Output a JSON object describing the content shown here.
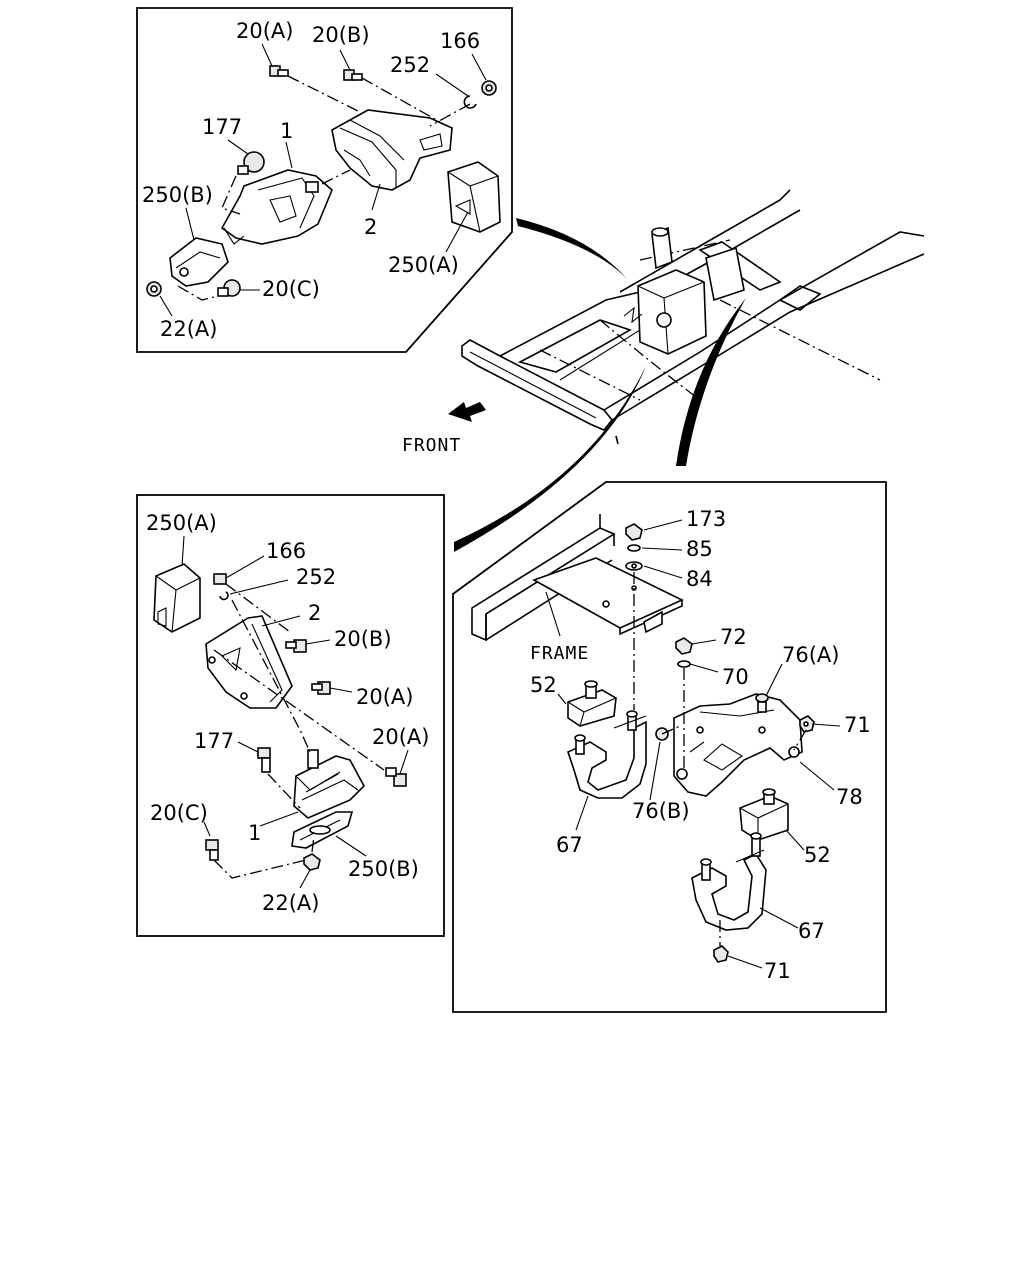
{
  "top_panel": {
    "labels": [
      "20(A)",
      "20(B)",
      "166",
      "252",
      "177",
      "1",
      "250(B)",
      "2",
      "250(A)",
      "20(C)",
      "22(A)"
    ]
  },
  "center": {
    "front_label": "FRONT"
  },
  "left_panel": {
    "labels": [
      "250(A)",
      "166",
      "252",
      "2",
      "20(B)",
      "20(A)",
      "20(A)",
      "177",
      "20(C)",
      "1",
      "250(B)",
      "22(A)"
    ]
  },
  "right_panel": {
    "labels": [
      "173",
      "85",
      "84",
      "FRAME",
      "72",
      "70",
      "76(A)",
      "52",
      "71",
      "76(B)",
      "78",
      "67",
      "52",
      "67",
      "71"
    ]
  }
}
